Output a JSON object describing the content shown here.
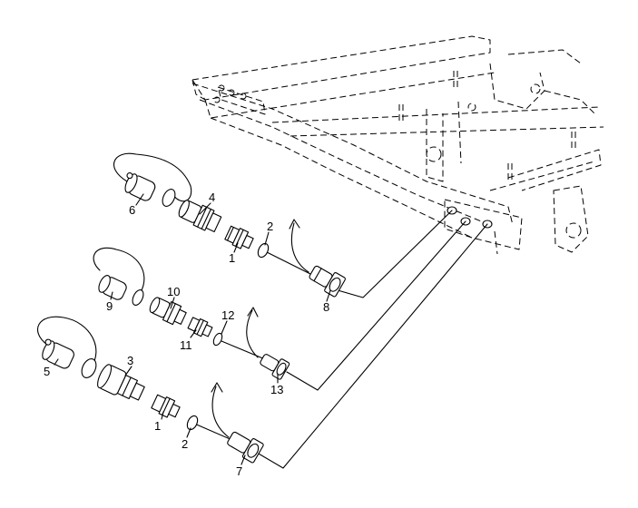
{
  "callouts": {
    "c1a": "1",
    "c1b": "1",
    "c2a": "2",
    "c2b": "2",
    "c3": "3",
    "c4": "4",
    "c5": "5",
    "c6": "6",
    "c7": "7",
    "c8": "8",
    "c9": "9",
    "c10": "10",
    "c11": "11",
    "c12": "12",
    "c13": "13"
  }
}
